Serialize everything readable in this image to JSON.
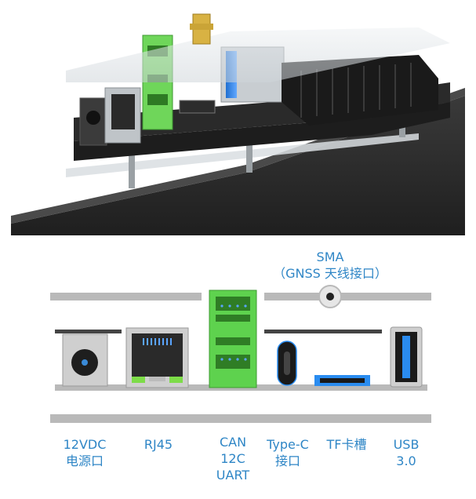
{
  "labels": {
    "sma": {
      "line1": "SMA",
      "line2": "（GNSS 天线接口）"
    },
    "dc": {
      "line1": "12VDC",
      "line2": "电源口"
    },
    "rj45": {
      "line1": "RJ45"
    },
    "can": {
      "line1": "CAN",
      "line2": "12C",
      "line3": "UART"
    },
    "typec": {
      "line1": "Type-C",
      "line2": "接口"
    },
    "tf": {
      "line1": "TF卡槽"
    },
    "usb": {
      "line1": "USB",
      "line2": "3.0"
    }
  },
  "colors": {
    "label": "#2f86c6",
    "green": "#5ed24e",
    "blue_accent": "#2a8cf0",
    "body_gray": "#b9b9b9",
    "dark": "#2b2b2b"
  }
}
